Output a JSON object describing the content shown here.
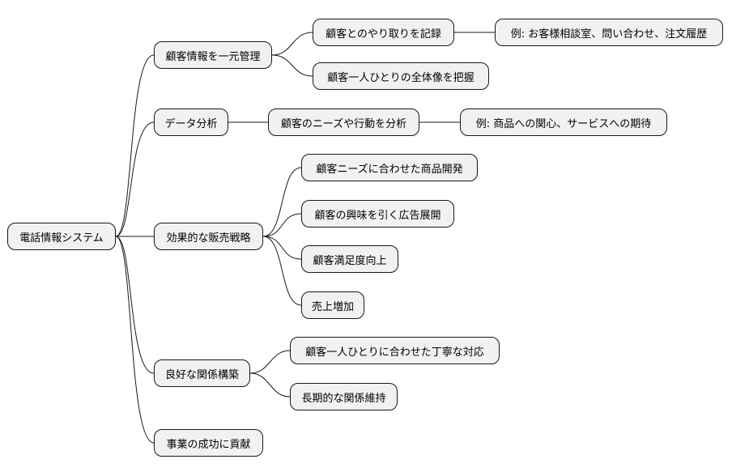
{
  "root": "電話情報システム",
  "branches": [
    {
      "label": "顧客情報を一元管理",
      "children": [
        {
          "label": "顧客とのやり取りを記録",
          "children": [
            {
              "label": "例: お客様相談室、問い合わせ、注文履歴"
            }
          ]
        },
        {
          "label": "顧客一人ひとりの全体像を把握"
        }
      ]
    },
    {
      "label": "データ分析",
      "children": [
        {
          "label": "顧客のニーズや行動を分析",
          "children": [
            {
              "label": "例: 商品への関心、サービスへの期待"
            }
          ]
        }
      ]
    },
    {
      "label": "効果的な販売戦略",
      "children": [
        {
          "label": "顧客ニーズに合わせた商品開発"
        },
        {
          "label": "顧客の興味を引く広告展開"
        },
        {
          "label": "顧客満足度向上"
        },
        {
          "label": "売上増加"
        }
      ]
    },
    {
      "label": "良好な関係構築",
      "children": [
        {
          "label": "顧客一人ひとりに合わせた丁寧な対応"
        },
        {
          "label": "長期的な関係維持"
        }
      ]
    },
    {
      "label": "事業の成功に貢献"
    }
  ]
}
